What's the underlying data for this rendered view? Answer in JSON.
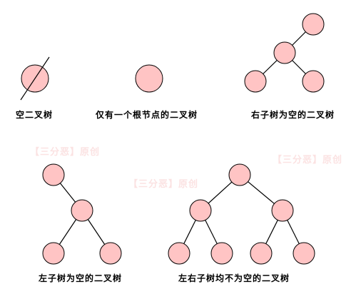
{
  "captions": {
    "empty_tree": "空二叉树",
    "root_only_tree": "仅有一个根节点的二叉树",
    "right_subtree_empty": "右子树为空的二叉树",
    "left_subtree_empty": "左子树为空的二叉树",
    "both_subtrees_nonempty": "左右子树均不为空的二叉树"
  },
  "watermark": {
    "text": "【三分恶】原创"
  },
  "colors": {
    "node_fill": "#ffc4c4",
    "stroke": "#000000",
    "watermark": "#f0a0a0"
  }
}
